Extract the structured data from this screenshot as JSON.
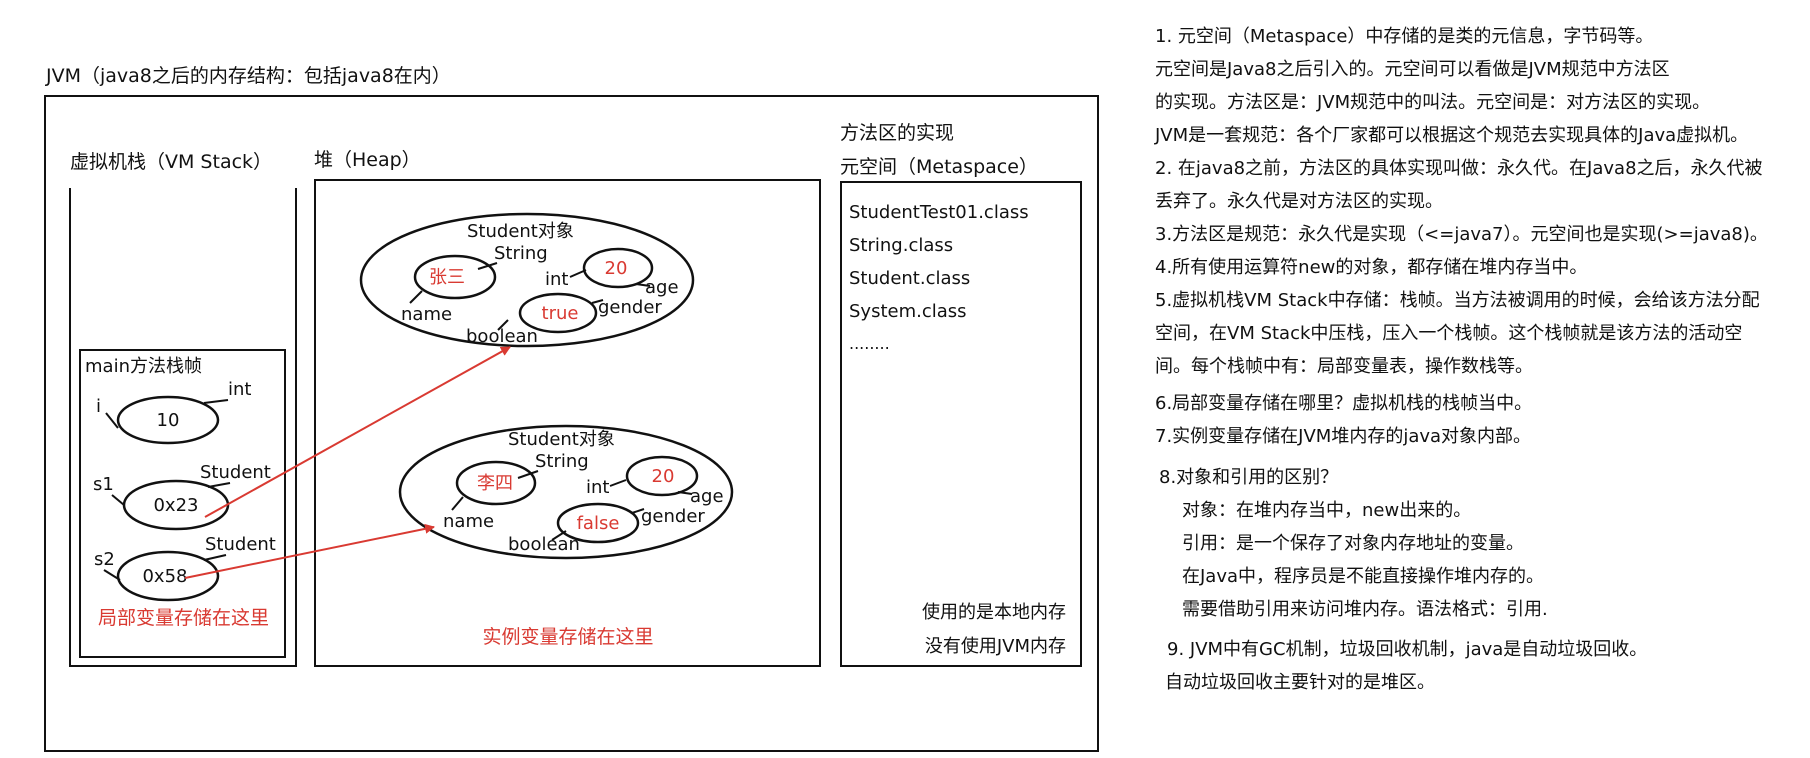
{
  "diagram": {
    "title": "JVM（java8之后的内存结构：包括java8在内）",
    "stack": {
      "label": "虚拟机栈（VM Stack）",
      "frame_label": "main方法栈帧",
      "var_i": {
        "name": "i",
        "type": "int",
        "value": "10"
      },
      "var_s1": {
        "name": "s1",
        "type": "Student",
        "value": "0x23"
      },
      "var_s2": {
        "name": "s2",
        "type": "Student",
        "value": "0x58"
      },
      "note": "局部变量存储在这里"
    },
    "heap": {
      "label": "堆（Heap）",
      "obj1": {
        "title": "Student对象",
        "string_type": "String",
        "name_value": "张三",
        "name_field": "name",
        "int_type": "int",
        "age_value": "20",
        "age_field": "age",
        "bool_type": "boolean",
        "gender_value": "true",
        "gender_field": "gender"
      },
      "obj2": {
        "title": "Student对象",
        "string_type": "String",
        "name_value": "李四",
        "name_field": "name",
        "int_type": "int",
        "age_value": "20",
        "age_field": "age",
        "bool_type": "boolean",
        "gender_value": "false",
        "gender_field": "gender"
      },
      "note": "实例变量存储在这里"
    },
    "metaspace": {
      "label1": "方法区的实现",
      "label2": "元空间（Metaspace）",
      "classes": [
        "StudentTest01.class",
        "String.class",
        "Student.class",
        "System.class",
        "........"
      ],
      "note1": "使用的是本地内存",
      "note2": "没有使用JVM内存"
    }
  },
  "notes": [
    "1. 元空间（Metaspace）中存储的是类的元信息，字节码等。",
    "元空间是Java8之后引入的。元空间可以看做是JVM规范中方法区",
    "的实现。方法区是：JVM规范中的叫法。元空间是：对方法区的实现。",
    "JVM是一套规范：各个厂家都可以根据这个规范去实现具体的Java虚拟机。",
    "2. 在java8之前，方法区的具体实现叫做：永久代。在Java8之后，永久代被",
    "丢弃了。永久代是对方法区的实现。",
    "3.方法区是规范：永久代是实现（<=java7）。元空间也是实现(>=java8)。",
    "4.所有使用运算符new的对象，都存储在堆内存当中。",
    "5.虚拟机栈VM Stack中存储：栈帧。当方法被调用的时候，会给该方法分配",
    "空间，在VM Stack中压栈，压入一个栈帧。这个栈帧就是该方法的活动空",
    "间。每个栈帧中有：局部变量表，操作数栈等。",
    "6.局部变量存储在哪里？虚拟机栈的栈帧当中。",
    "7.实例变量存储在JVM堆内存的java对象内部。",
    "8.对象和引用的区别？",
    "对象：在堆内存当中，new出来的。",
    "引用：是一个保存了对象内存地址的变量。",
    "在Java中，程序员是不能直接操作堆内存的。",
    "需要借助引用来访问堆内存。语法格式：引用.",
    "9. JVM中有GC机制，垃圾回收机制，java是自动垃圾回收。",
    "自动垃圾回收主要针对的是堆区。"
  ],
  "colors": {
    "accent_red": "#d93a32",
    "line": "#111111"
  }
}
